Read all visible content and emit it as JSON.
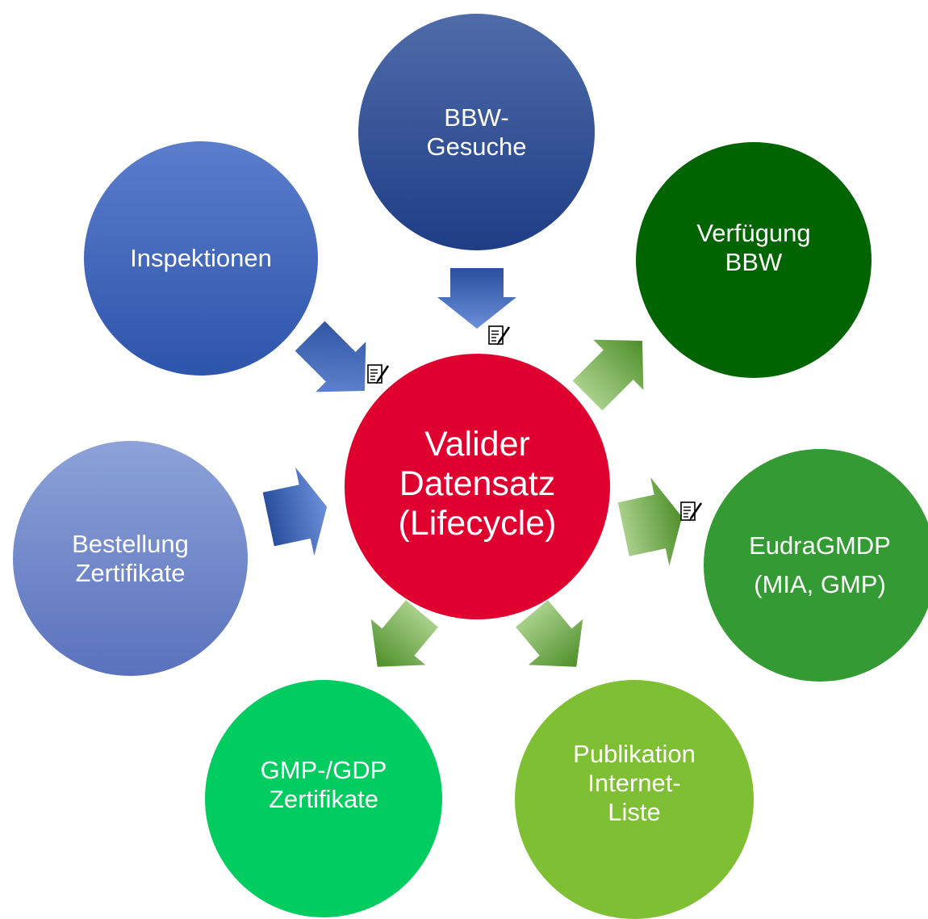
{
  "center": {
    "lines": [
      "Valider",
      "Datensatz",
      "(Lifecycle)"
    ],
    "color": "#e0002f"
  },
  "nodes": {
    "bbw_gesuche": {
      "lines": [
        "BBW-",
        "Gesuche"
      ],
      "colors": [
        "#4d6aa8",
        "#203f88"
      ]
    },
    "inspektionen": {
      "lines": [
        "Inspektionen"
      ],
      "colors": [
        "#5c7ecc",
        "#2e56ac"
      ]
    },
    "verfuegung_bbw": {
      "lines": [
        "Verfügung",
        "BBW"
      ],
      "color": "#006000"
    },
    "eudragmdp": {
      "lines": [
        "EudraGMDP",
        "(MIA, GMP)"
      ],
      "color": "#339a33"
    },
    "bestellung": {
      "lines": [
        "Bestellung",
        "Zertifikate"
      ],
      "colors": [
        "#8a9fd6",
        "#5a72bd"
      ]
    },
    "gmp_gdp": {
      "lines": [
        "GMP-/GDP",
        "Zertifikate"
      ],
      "color": "#00cc60"
    },
    "publikation": {
      "lines": [
        "Publikation",
        "Internet-",
        "Liste"
      ],
      "color": "#7fbf33"
    }
  },
  "icons": [
    "edit-form-icon"
  ]
}
